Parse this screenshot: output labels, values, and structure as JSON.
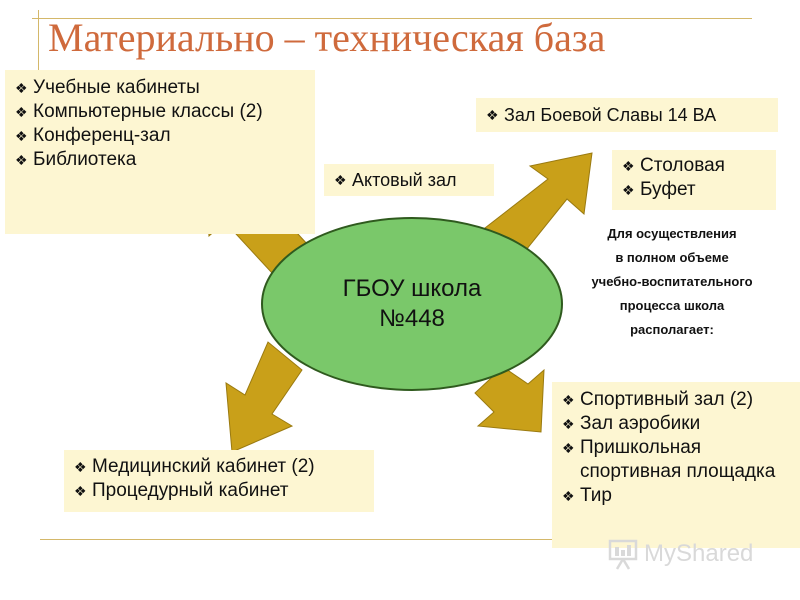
{
  "title": "Материально – техническая база",
  "center": {
    "line1": "ГБОУ школа",
    "line2": "№448"
  },
  "boxes": {
    "top_left": [
      "Учебные кабинеты",
      "Компьютерные классы (2)",
      "Конференц-зал",
      "Библиотека"
    ],
    "assembly": [
      "Актовый зал"
    ],
    "glory": [
      "Зал Боевой Славы 14 ВА"
    ],
    "canteen": [
      "Столовая",
      "Буфет"
    ],
    "sport": [
      "Спортивный зал (2)",
      "Зал аэробики",
      "Пришкольная спортивная площадка",
      "Тир"
    ],
    "medical": [
      "Медицинский кабинет (2)",
      "Процедурный кабинет"
    ]
  },
  "note": [
    "Для осуществления",
    "в полном объеме",
    "учебно-воспитательного",
    "процесса школа",
    "располагает:"
  ],
  "logo": "MyShared",
  "bullet_glyph": "❖",
  "colors": {
    "title": "#cf6a3c",
    "box_bg": "#fdf6d2",
    "arrow": "#c9a019",
    "ellipse": "#7ac86a",
    "ellipse_stroke": "#2f5a1e"
  },
  "icons": {
    "bullet": "diamond-bullet-icon",
    "logo": "presentation-board-icon"
  }
}
